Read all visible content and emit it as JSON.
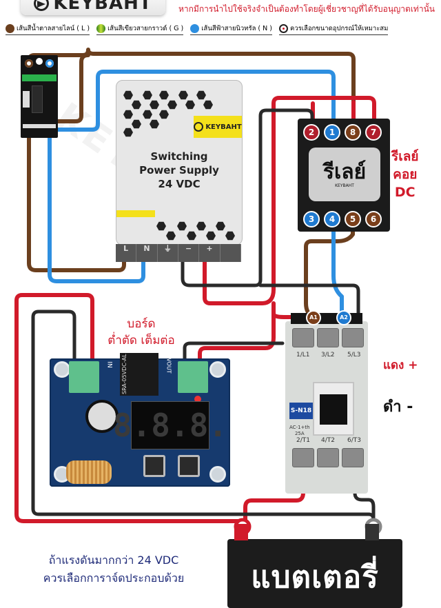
{
  "header": {
    "brand": "KEYBAHT",
    "warning": "หากมีการนำไปใช้จริงจำเป็นต้องทำโดยผู้เชี่ยวชาญที่ได้รับอนุญาตเท่านั้น"
  },
  "legend": [
    {
      "label": "เส้นสีน้ำตาลสายไลน์ ( L )",
      "color": "#6b3f1e",
      "icon": "brown-dot-icon"
    },
    {
      "label": "เส้นสีเขียวสายกราวด์ ( G )",
      "color": "#4caf24",
      "icon": "green-dot-icon"
    },
    {
      "label": "เส้นสีฟ้าสายนิวทรัล ( N )",
      "color": "#2e8fe0",
      "icon": "blue-dot-icon"
    },
    {
      "label": "ควรเลือกขนาดอุปกรณ์ให้เหมาะสม",
      "color": "#d11a2a",
      "icon": "red-ring-icon"
    }
  ],
  "wire_colors": {
    "line": "#6b3f1e",
    "neutral": "#2e8fe0",
    "positive": "#d11a2a",
    "negative": "#2a2a2a"
  },
  "psu": {
    "brand": "KEYBAHT",
    "title_line1": "Switching",
    "title_line2": "Power Supply",
    "title_line3": "24 VDC",
    "terminals": [
      "L",
      "N",
      "⏚",
      "−",
      "+",
      ""
    ]
  },
  "relay": {
    "cap_text": "รีเลย์",
    "cap_brand": "KEYBAHT",
    "top_pins": [
      "2",
      "1",
      "8",
      "7"
    ],
    "bottom_pins": [
      "3",
      "4",
      "5",
      "6"
    ],
    "side_label_line1": "รีเลย์",
    "side_label_line2": "คอย",
    "side_label_line3": "DC"
  },
  "contactor": {
    "coil_a1": "A1",
    "coil_a2": "A2",
    "top_labels": [
      "1/L1",
      "3/L2",
      "5/L3"
    ],
    "bottom_labels": [
      "2/T1",
      "4/T2",
      "6/T3"
    ],
    "model": "S-N18",
    "rating_line1": "AC-1+th",
    "rating_line2": "25A"
  },
  "polarity": {
    "red": "แดง +",
    "black": "ดำ -"
  },
  "board": {
    "label_line1": "บอร์ด",
    "label_line2": "ต่ำตัด เต็มต่อ",
    "input_label": "IN",
    "output_label": "VOUT",
    "relay_text": "SRA-05VDC-AL",
    "display": "8.8.8."
  },
  "battery": {
    "label": "แบตเตอรี่"
  },
  "note": {
    "line1": "ถ้าแรงดันมากกว่า 24 VDC",
    "line2": "ควรเลือกการาจ์ดประกอบด้วย"
  },
  "watermark": "KEYBAHT"
}
